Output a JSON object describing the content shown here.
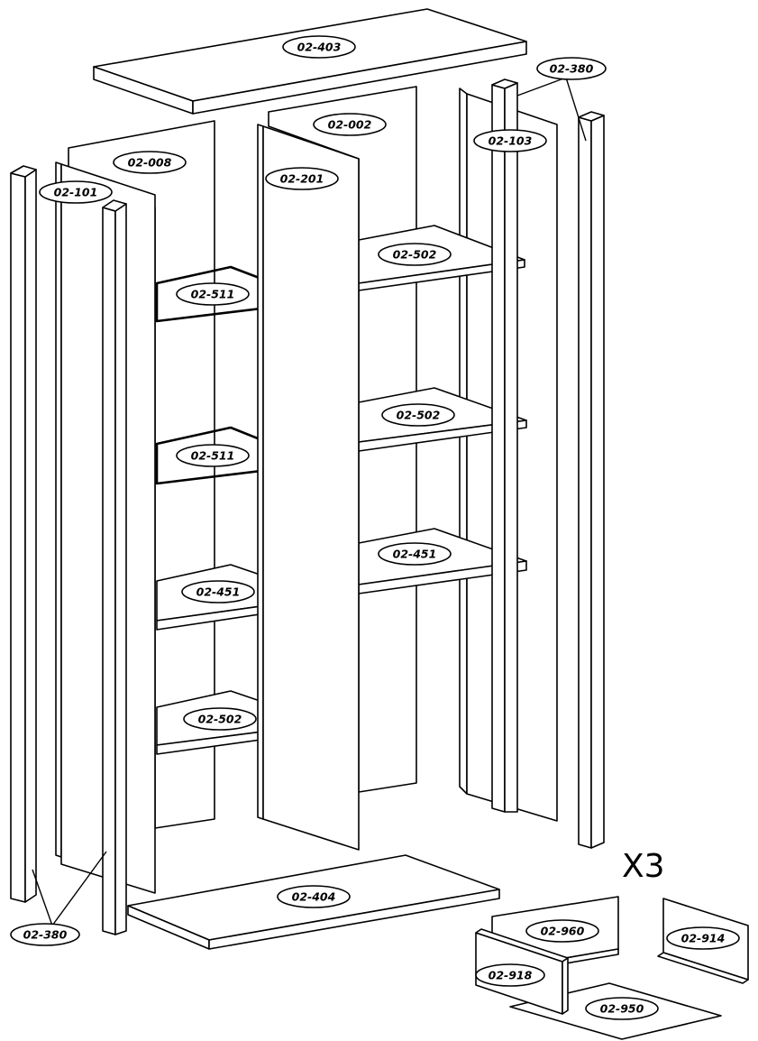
{
  "parts": {
    "top": "02-403",
    "post_label_top": "02-380",
    "back_panel_left": "02-008",
    "back_panel_right": "02-002",
    "door_left": "02-101",
    "door_right": "02-103",
    "divider": "02-201",
    "glass_shelf_1": "02-511",
    "glass_shelf_2": "02-511",
    "shelf_left_1": "02-451",
    "shelf_left_2": "02-502",
    "shelf_right_1": "02-502",
    "shelf_right_2": "02-502",
    "shelf_right_3": "02-451",
    "bottom": "02-404",
    "post_label_bottom": "02-380",
    "drawer_back": "02-960",
    "drawer_side": "02-918",
    "drawer_front": "02-914",
    "drawer_bottom": "02-950"
  },
  "drawer_quantity": "X3"
}
